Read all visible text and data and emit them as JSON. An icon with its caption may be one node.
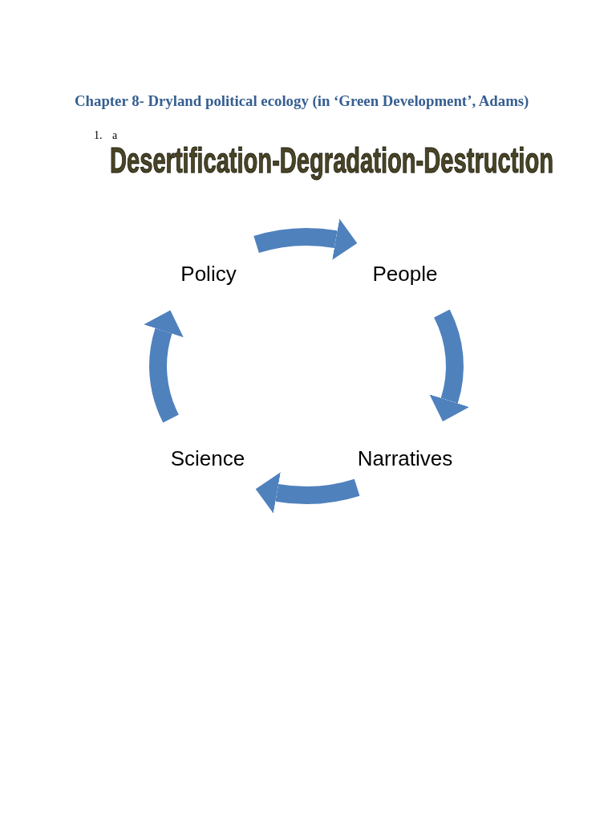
{
  "diagram": {
    "title": "Chapter 8- Dryland political ecology (in ‘Green Development’, Adams)",
    "nodes": [
      {
        "text": [
          "Policy"
        ]
      },
      {
        "text": [
          "People"
        ]
      },
      {
        "text": [
          "Science"
        ]
      },
      {
        "text": [
          "Narratives"
        ]
      }
    ],
    "edges": [
      {
        "from": 0,
        "to": 1,
        "arrow": "to"
      },
      {
        "from": 1,
        "to": 3,
        "arrow": "to"
      },
      {
        "from": 3,
        "to": 2,
        "arrow": "to"
      },
      {
        "from": 2,
        "to": 0,
        "arrow": "to"
      }
    ],
    "labels": [
      "1.",
      "a",
      "Desertification-Degradation-Destruction"
    ]
  }
}
